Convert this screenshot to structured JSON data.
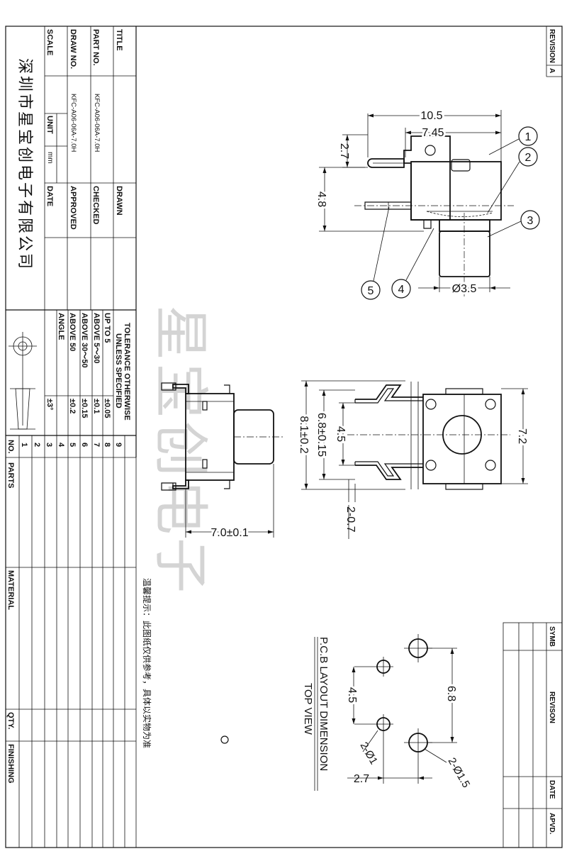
{
  "title_block": {
    "title_label": "TITLE",
    "part_no_label": "PART NO.",
    "part_no": "KFC-A06-06A-7.0H",
    "draw_no_label": "DRAW NO.",
    "draw_no": "KFC-A06-06A-7.0H",
    "scale_label": "SCALE",
    "unit_label": "UNIT",
    "unit": "mm",
    "drawn_label": "DRAWN",
    "checked_label": "CHECKED",
    "approved_label": "APPROVED",
    "date_label": "DATE",
    "company": "深圳市星宝创电子有限公司"
  },
  "tolerance": {
    "heading1": "TOLERANCE OTHERWISE",
    "heading2": "UNLESS SPECIFIED",
    "rows": [
      {
        "range": "UP TO 5",
        "value": "±0.05"
      },
      {
        "range": "ABOVE 5～30",
        "value": "±0.1"
      },
      {
        "range": "ABOVE 30～50",
        "value": "±0.15"
      },
      {
        "range": "ABOVE 50",
        "value": "±0.2"
      },
      {
        "range": "ANGLE",
        "value": "±3°"
      }
    ]
  },
  "parts_list": {
    "no_label": "NO.",
    "parts_label": "PARTS",
    "material_label": "MATERIAL",
    "qty_label": "QTY.",
    "finishing_label": "FINISHING",
    "row_numbers": [
      "1",
      "2",
      "3",
      "4",
      "5",
      "6",
      "7",
      "8",
      "9"
    ]
  },
  "revision_block": {
    "revision_label": "REVISION",
    "revision_value": "A",
    "symb_label": "SYMB",
    "revison_label": "REVISON",
    "date_label": "DATE",
    "apvd_label": "APVD."
  },
  "watermark": "星宝创电子",
  "note": "温馨提示：此图纸仅供参考，具体以实物为准",
  "side_view": {
    "dim_total": "10.5",
    "dim_body": "7.45",
    "dim_pin": "2.7",
    "dim_height": "4.8",
    "dim_button": "Ø3.5",
    "callouts": [
      "1",
      "2",
      "3",
      "4",
      "5"
    ]
  },
  "front_view": {
    "dim_width": "7.0±0.1"
  },
  "top_view": {
    "dim_outer": "8.1±0.2",
    "dim_pins": "6.8±0.15",
    "dim_pitch": "4.5",
    "dim_body": "7.2",
    "dim_pin_w": "2-0.7"
  },
  "pcb_layout": {
    "title": "P.C.B LAYOUT DIMENSION",
    "subtitle": "TOP VIEW",
    "dim_68": "6.8",
    "dim_45": "4.5",
    "dim_27": "2.7",
    "dim_hole_small": "2-Ø1",
    "dim_hole_large": "2-Ø1.5"
  }
}
